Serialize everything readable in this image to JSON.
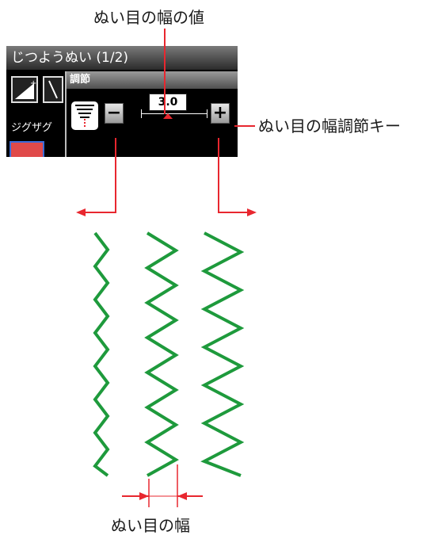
{
  "callouts": {
    "stitch_width_value": "ぬい目の幅の値",
    "width_adjust_keys": "ぬい目の幅調節キー",
    "stitch_width": "ぬい目の幅"
  },
  "screen": {
    "title": "じつようぬい (1/2)",
    "side_label": "ジグザグ",
    "popup": {
      "title": "調節",
      "value": "3.0",
      "minus_label": "−",
      "plus_label": "+"
    }
  },
  "colors": {
    "accent": "#e8272f",
    "stitch": "#1e9a3c",
    "panel_bg": "#000000"
  }
}
